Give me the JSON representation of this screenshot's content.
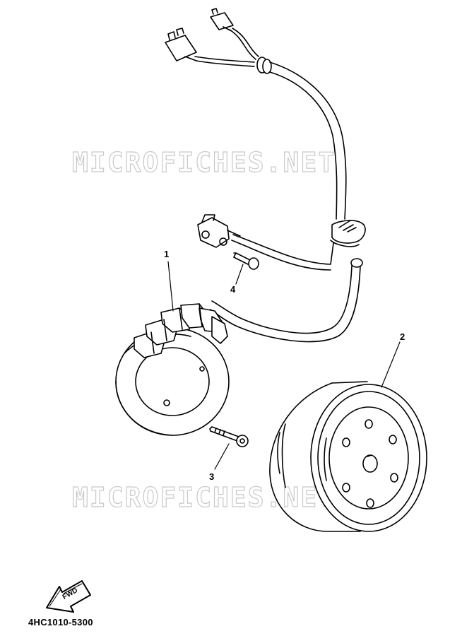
{
  "diagram": {
    "callouts": [
      {
        "id": "1",
        "label": "1"
      },
      {
        "id": "2",
        "label": "2"
      },
      {
        "id": "3",
        "label": "3"
      },
      {
        "id": "4",
        "label": "4"
      }
    ],
    "direction_arrow_text": "FWD",
    "part_code": "4HC1010-5300",
    "watermarks": [
      "MICROFICHES.NET",
      "MICROFICHES.NET"
    ]
  },
  "colors": {
    "line": "#000000",
    "watermark_outline": "#c9c9c9",
    "background": "#ffffff"
  }
}
